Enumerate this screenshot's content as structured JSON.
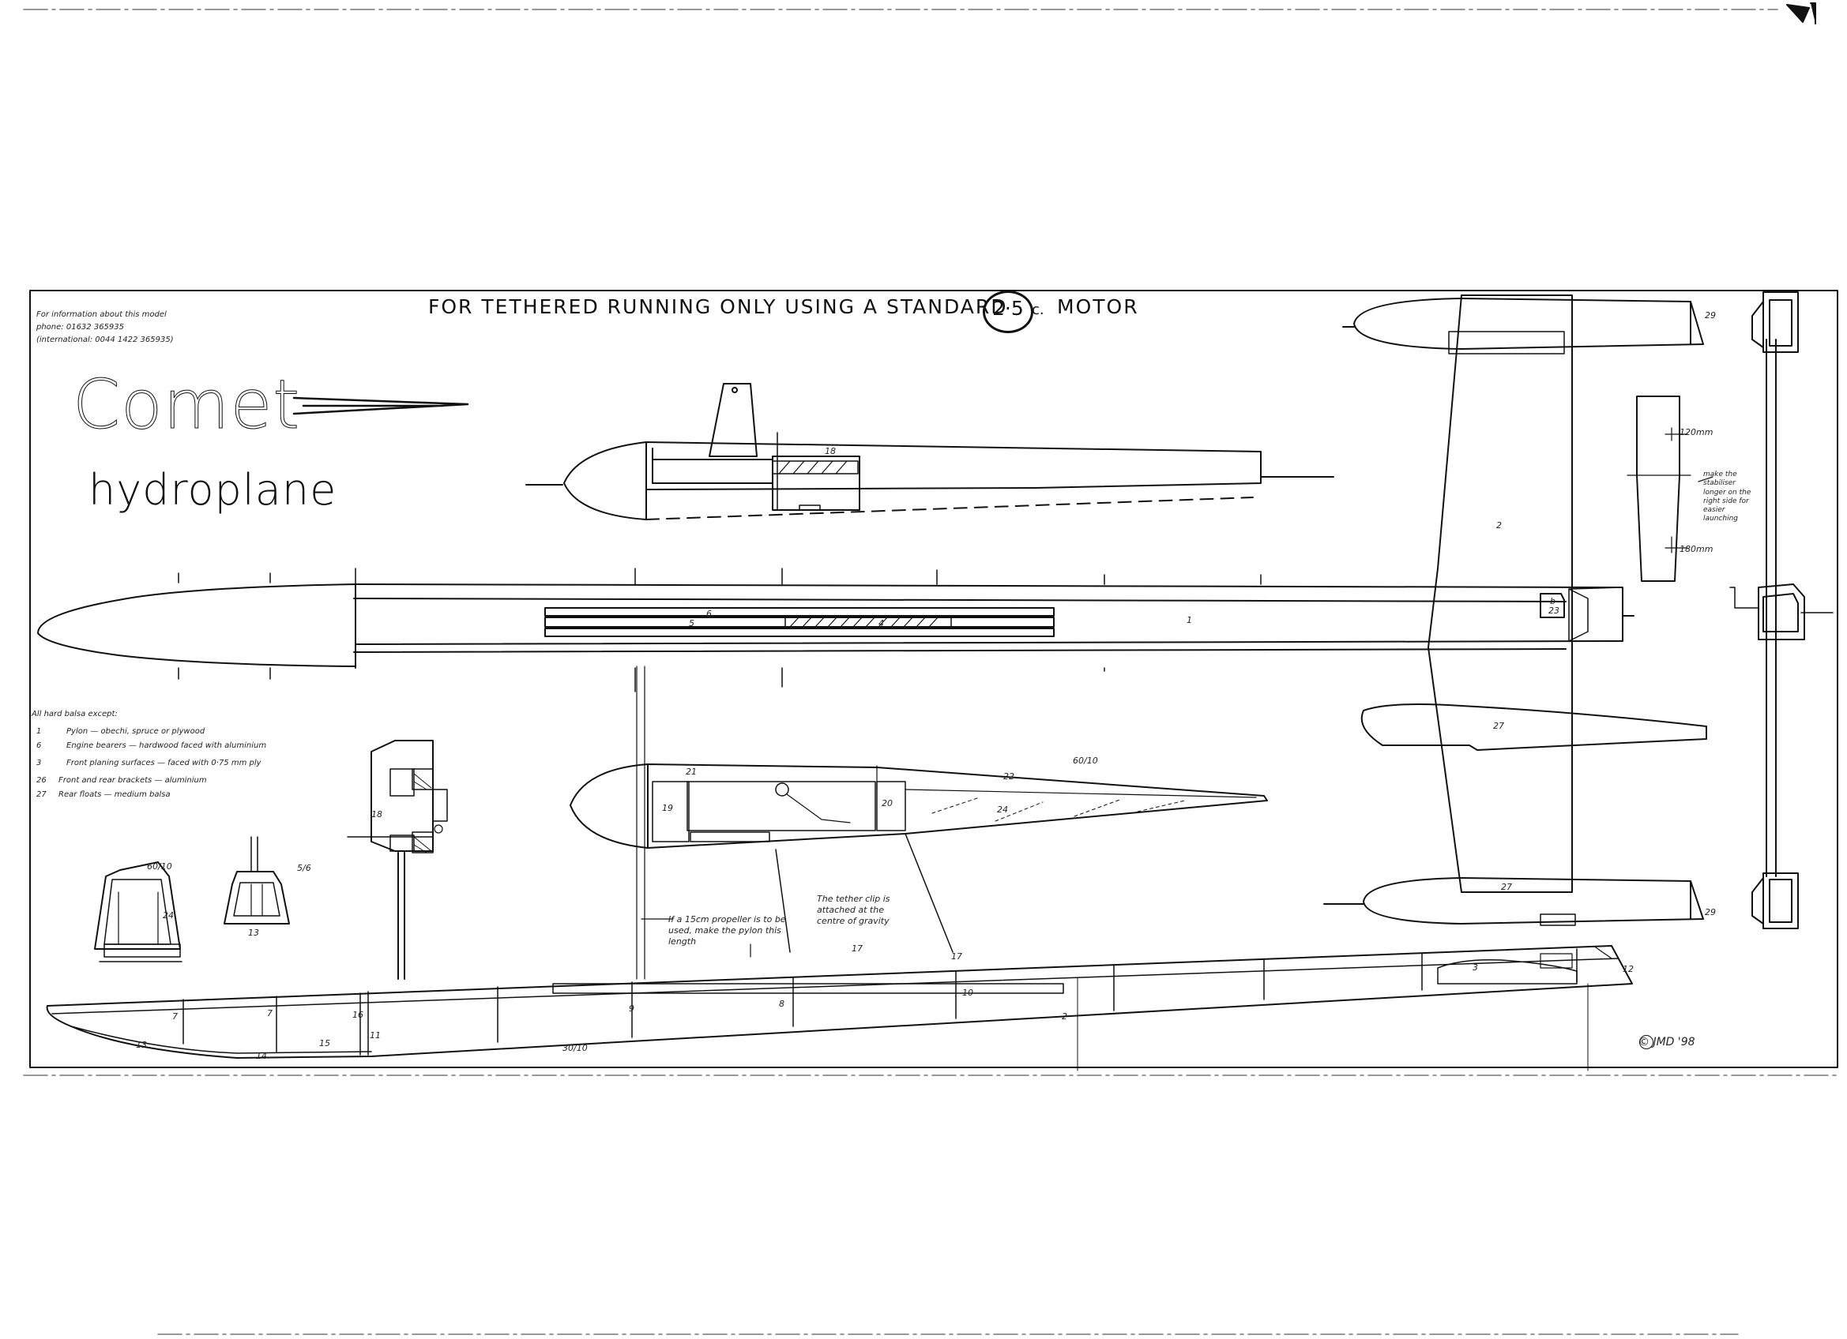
{
  "title": {
    "prefix": "FOR TETHERED RUNNING ONLY USING A STANDARD",
    "motor_size": "2·5",
    "unit": "c.",
    "suffix": "MOTOR"
  },
  "brand": {
    "name": "Comet",
    "subtitle": "hydroplane"
  },
  "info_lines": [
    "For information about this model",
    "phone: 01632 365935",
    "(international: 0044 1422 365935)"
  ],
  "materials": {
    "heading": "All hard balsa except:",
    "items": [
      {
        "number": "1",
        "text": "Pylon — obechi, spruce or plywood"
      },
      {
        "number": "6",
        "text": "Engine bearers — hardwood faced with aluminium"
      },
      {
        "number": "3",
        "text": "Front planing surfaces — faced with 0·75 mm ply"
      },
      {
        "number": "26",
        "text": "Front and rear brackets — aluminium"
      },
      {
        "number": "27",
        "text": "Rear floats — medium balsa"
      }
    ]
  },
  "notes": {
    "propeller": "If a 15cm propeller is to be used, make the pylon this length",
    "tether": "The tether clip is attached at the centre of gravity",
    "stabiliser": "make the stabiliser longer on the right side for easier launching",
    "dim_top": "120mm",
    "dim_bottom": "180mm"
  },
  "part_labels": [
    "18",
    "6",
    "5",
    "4",
    "1",
    "b",
    "23",
    "2",
    "27",
    "27",
    "29",
    "29",
    "21",
    "19",
    "20",
    "22",
    "24",
    "60/10",
    "17",
    "17",
    "3",
    "7",
    "7",
    "8",
    "9",
    "10",
    "11",
    "12",
    "13",
    "14",
    "15",
    "16",
    "2",
    "30/10",
    "24",
    "60/10",
    "5/6",
    "13",
    "18"
  ],
  "copyright": "© JMD '98"
}
